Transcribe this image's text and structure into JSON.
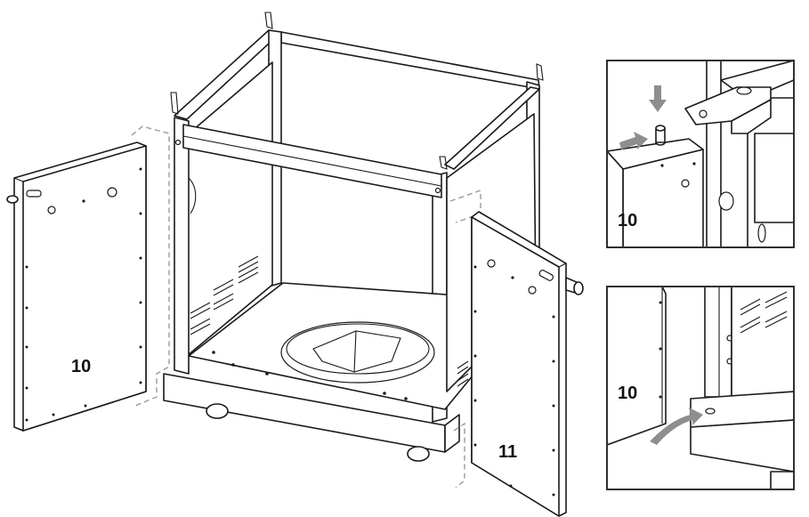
{
  "labels": {
    "main_left_door": "10",
    "main_right_door": "11",
    "inset_top": "10",
    "inset_bottom": "10"
  },
  "colors": {
    "line": "#1a1a1a",
    "arrow": "#8e8e8e",
    "dashed_guide": "#9a9a9a",
    "background": "#ffffff"
  }
}
